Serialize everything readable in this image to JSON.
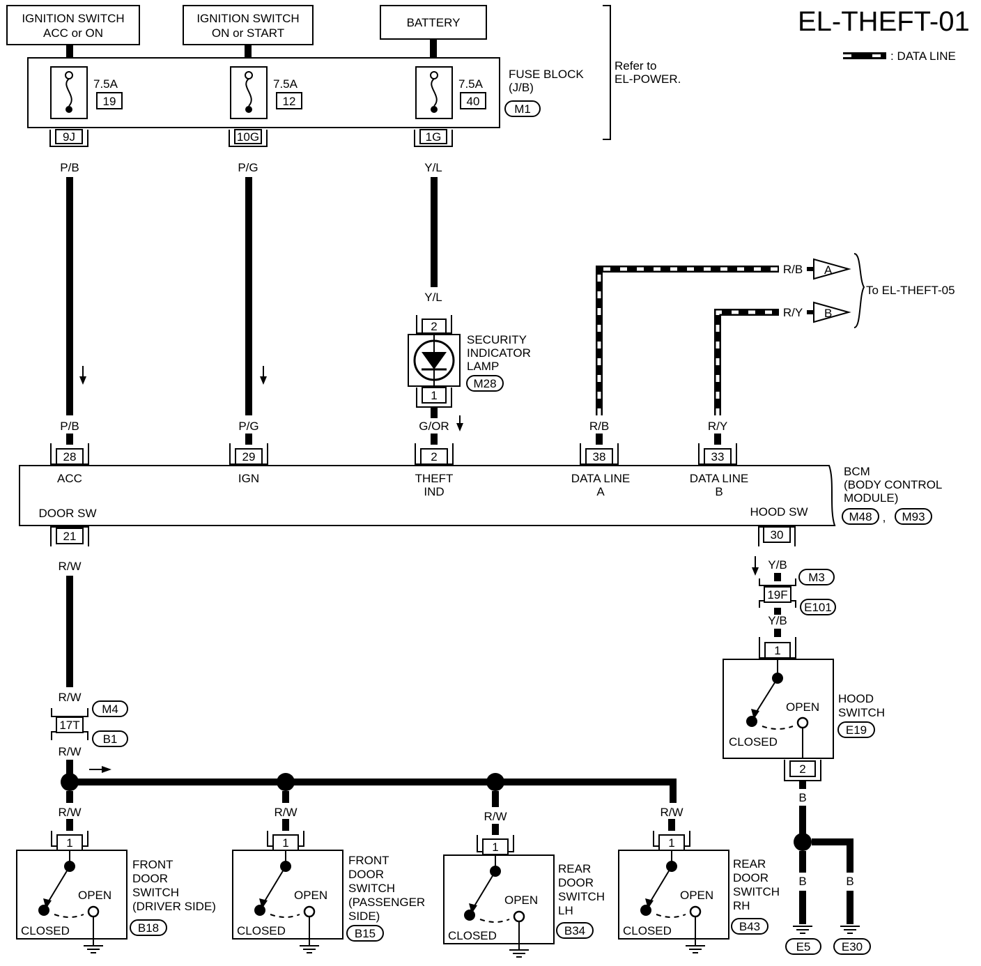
{
  "title": "EL-THEFT-01",
  "legend": {
    "label": ": DATA LINE"
  },
  "sources": {
    "ign_acc": [
      "IGNITION SWITCH",
      "ACC or ON"
    ],
    "ign_start": [
      "IGNITION SWITCH",
      "ON or START"
    ],
    "battery": "BATTERY"
  },
  "fuse_block": {
    "name": [
      "FUSE BLOCK",
      "(J/B)"
    ],
    "connector": "M1",
    "refer": [
      "Refer to",
      "EL-POWER."
    ],
    "fuses": [
      {
        "amps": "7.5A",
        "number": "19",
        "terminal": "9J"
      },
      {
        "amps": "7.5A",
        "number": "12",
        "terminal": "10G"
      },
      {
        "amps": "7.5A",
        "number": "40",
        "terminal": "1G"
      }
    ]
  },
  "wires": {
    "pb": "P/B",
    "pg": "P/G",
    "yl": "Y/L",
    "gor": "G/OR",
    "rb": "R/B",
    "ry": "R/Y",
    "rw": "R/W",
    "yb": "Y/B",
    "b": "B"
  },
  "lamp": {
    "name": [
      "SECURITY",
      "INDICATOR",
      "LAMP"
    ],
    "connector": "M28",
    "pin_top": "2",
    "pin_bottom": "1"
  },
  "to_ref": {
    "a": "A",
    "b": "B",
    "label": "To EL-THEFT-05"
  },
  "bcm": {
    "name": [
      "BCM",
      "(BODY CONTROL",
      "MODULE)"
    ],
    "connectors": [
      "M48",
      "M93"
    ],
    "separator": ",",
    "pins": {
      "acc": {
        "num": "28",
        "label": "ACC"
      },
      "ign": {
        "num": "29",
        "label": "IGN"
      },
      "theft": {
        "num": "2",
        "label": [
          "THEFT",
          "IND"
        ]
      },
      "data_a": {
        "num": "38",
        "label": [
          "DATA LINE",
          "A"
        ]
      },
      "data_b": {
        "num": "33",
        "label": [
          "DATA LINE",
          "B"
        ]
      },
      "door": {
        "num": "21",
        "label": "DOOR SW"
      },
      "hood": {
        "num": "30",
        "label": "HOOD SW"
      }
    }
  },
  "junctions": {
    "j1": {
      "terminal": "17T",
      "connectors": [
        "M4",
        "B1"
      ]
    },
    "j2": {
      "terminal": "19F",
      "connectors": [
        "M3",
        "E101"
      ]
    }
  },
  "hood_switch": {
    "name": [
      "HOOD",
      "SWITCH"
    ],
    "connector": "E19",
    "pin_top": "1",
    "pin_bottom": "2",
    "open": "OPEN",
    "closed": "CLOSED"
  },
  "door_switches": [
    {
      "name": [
        "FRONT",
        "DOOR",
        "SWITCH",
        "(DRIVER SIDE)"
      ],
      "connector": "B18",
      "pin": "1",
      "open": "OPEN",
      "closed": "CLOSED"
    },
    {
      "name": [
        "FRONT",
        "DOOR",
        "SWITCH",
        "(PASSENGER",
        "SIDE)"
      ],
      "connector": "B15",
      "pin": "1",
      "open": "OPEN",
      "closed": "CLOSED"
    },
    {
      "name": [
        "REAR",
        "DOOR",
        "SWITCH",
        "LH"
      ],
      "connector": "B34",
      "pin": "1",
      "open": "OPEN",
      "closed": "CLOSED"
    },
    {
      "name": [
        "REAR",
        "DOOR",
        "SWITCH",
        "RH"
      ],
      "connector": "B43",
      "pin": "1",
      "open": "OPEN",
      "closed": "CLOSED"
    }
  ],
  "grounds": [
    "E5",
    "E30"
  ]
}
